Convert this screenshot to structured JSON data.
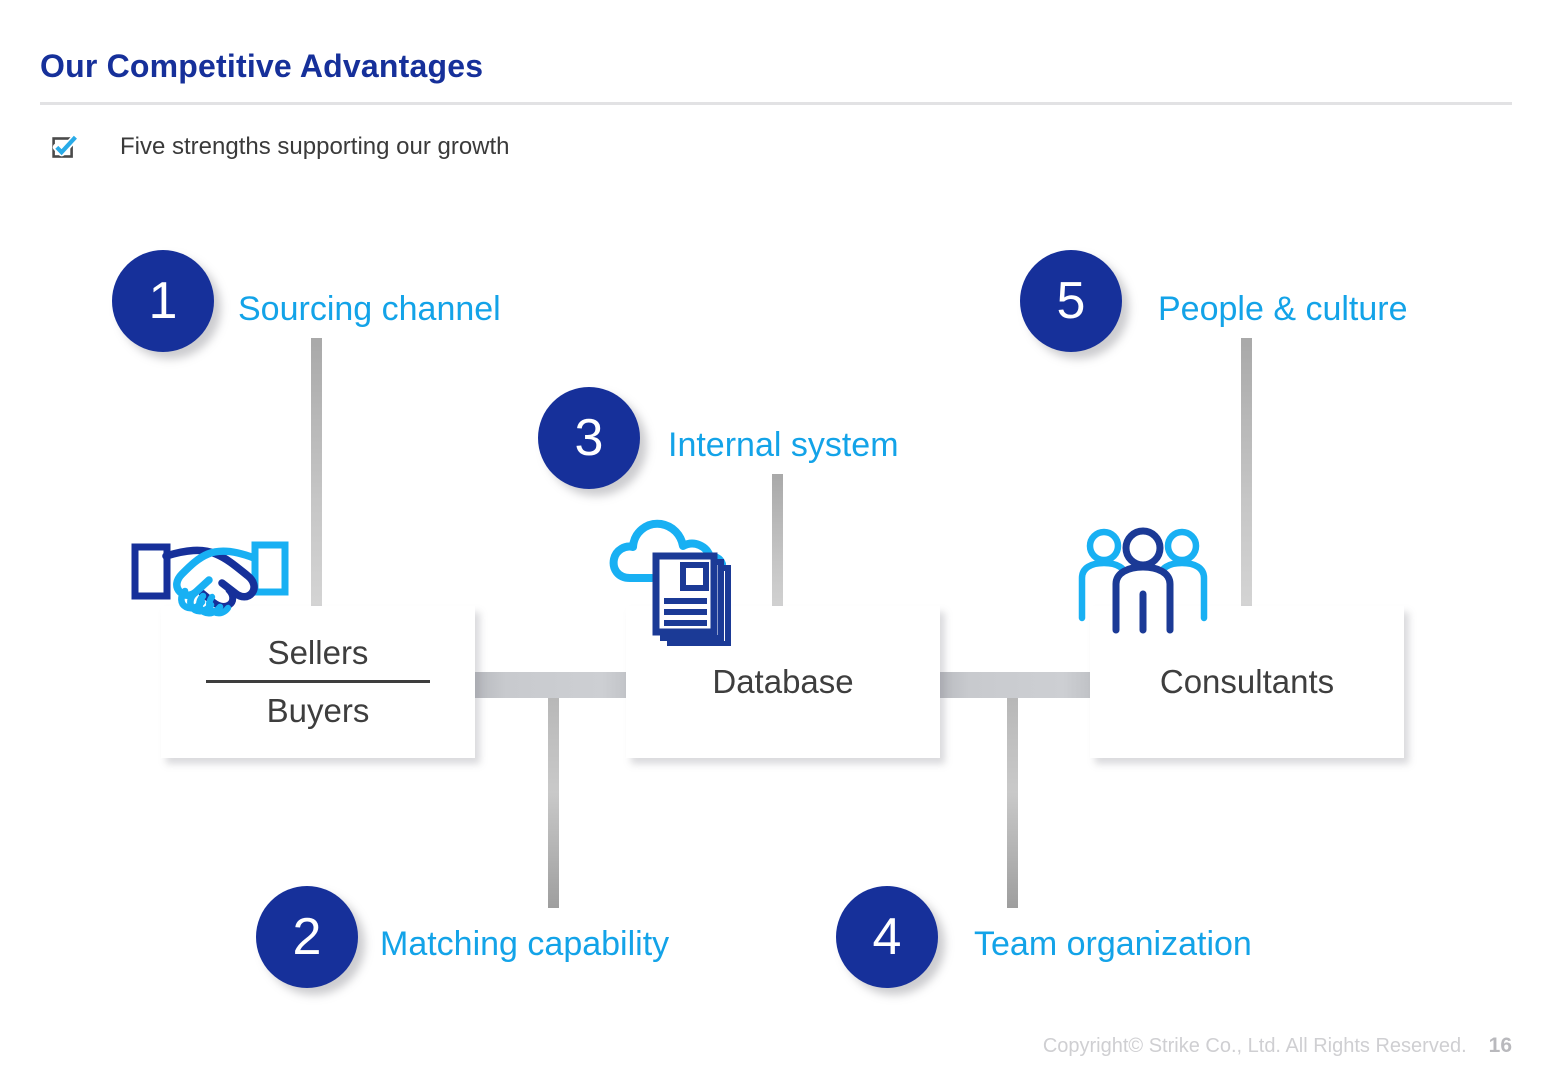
{
  "header": {
    "title": "Our Competitive Advantages",
    "subtitle": "Five strengths supporting our growth",
    "checkbox_icon": "checkbox-checked-icon"
  },
  "theme": {
    "navy": "#16309a",
    "cyan": "#13a3e8",
    "text_dark": "#3e3e3e",
    "rule": "#e2e2e4",
    "connector": "#c6c6c6",
    "footer_text": "#cfcfd2"
  },
  "badges": [
    {
      "number": "1",
      "label": "Sourcing channel"
    },
    {
      "number": "2",
      "label": "Matching capability"
    },
    {
      "number": "3",
      "label": "Internal system"
    },
    {
      "number": "4",
      "label": "Team organization"
    },
    {
      "number": "5",
      "label": "People & culture"
    }
  ],
  "flow": {
    "boxes": [
      {
        "id": "sellers-buyers",
        "lines": [
          "Sellers",
          "Buyers"
        ],
        "divider": true,
        "icon": "handshake-icon"
      },
      {
        "id": "database",
        "lines": [
          "Database"
        ],
        "divider": false,
        "icon": "cloud-documents-icon"
      },
      {
        "id": "consultants",
        "lines": [
          "Consultants"
        ],
        "divider": false,
        "icon": "people-group-icon"
      }
    ],
    "connectors": [
      "sellers-buyers-to-database",
      "database-to-consultants"
    ]
  },
  "footer": {
    "copyright": "Copyright© Strike Co., Ltd. All Rights Reserved.",
    "page_number": "16"
  }
}
